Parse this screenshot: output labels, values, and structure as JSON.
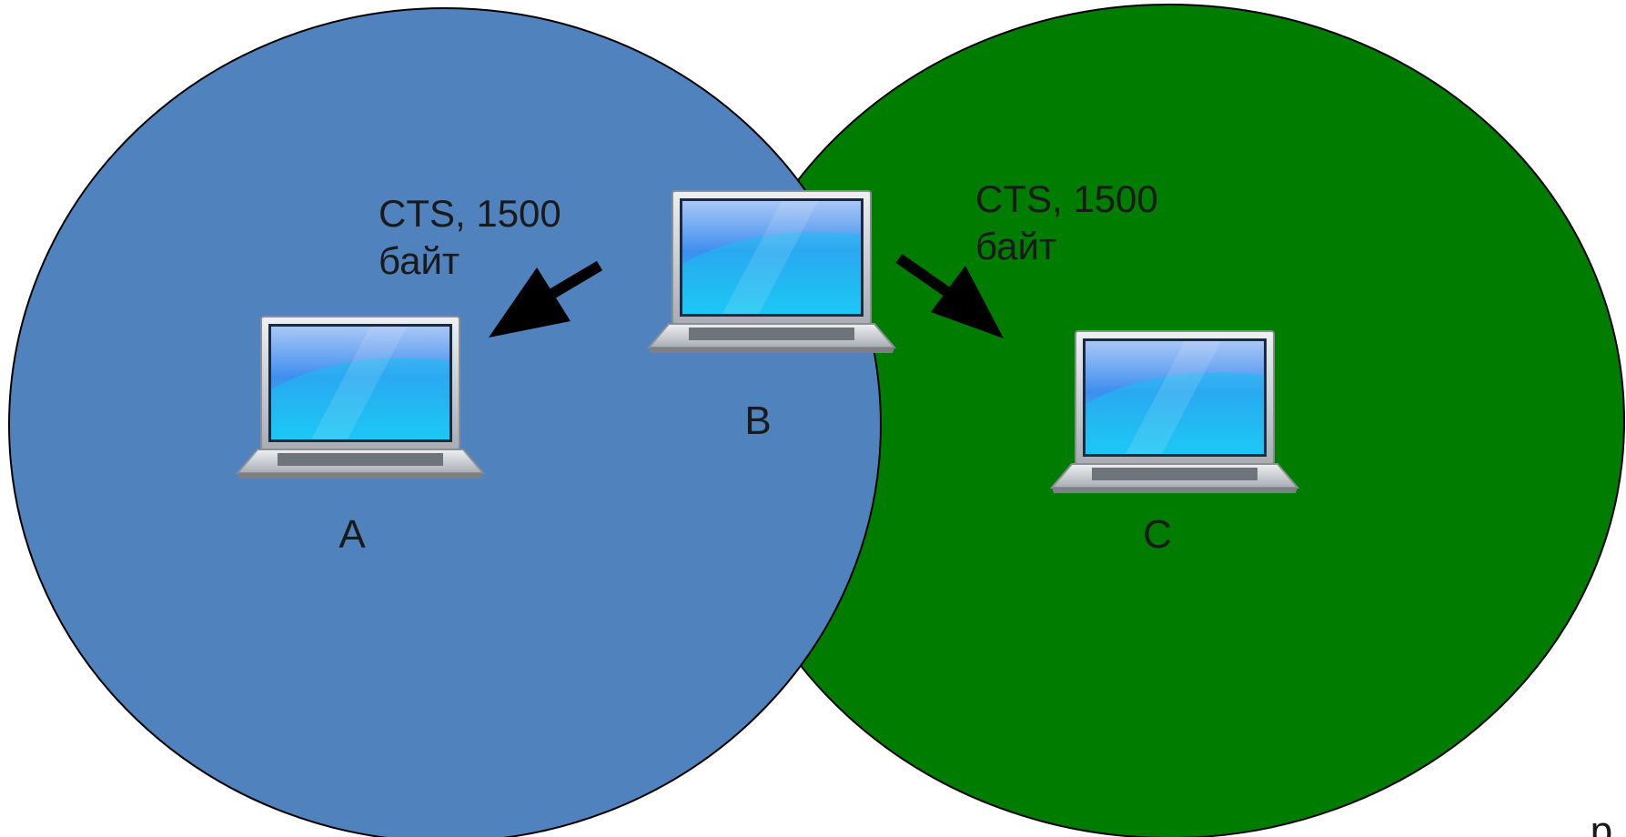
{
  "colors": {
    "zone_a": "#5082bd",
    "zone_c": "#007d00",
    "outline": "#000000",
    "arrow": "#000000",
    "screen_top": "#a9c7f5",
    "screen_bottom": "#1fb3f2",
    "laptop_body": "#d6d9dd"
  },
  "nodes": {
    "a": {
      "label": "A",
      "icon": "laptop-icon"
    },
    "b": {
      "label": "B",
      "icon": "laptop-icon"
    },
    "c": {
      "label": "C",
      "icon": "laptop-icon"
    }
  },
  "messages": {
    "left": {
      "line1": "CTS, 1500",
      "line2": "байт"
    },
    "right": {
      "line1": "CTS, 1500",
      "line2": "байт"
    }
  },
  "corner_text": "р"
}
